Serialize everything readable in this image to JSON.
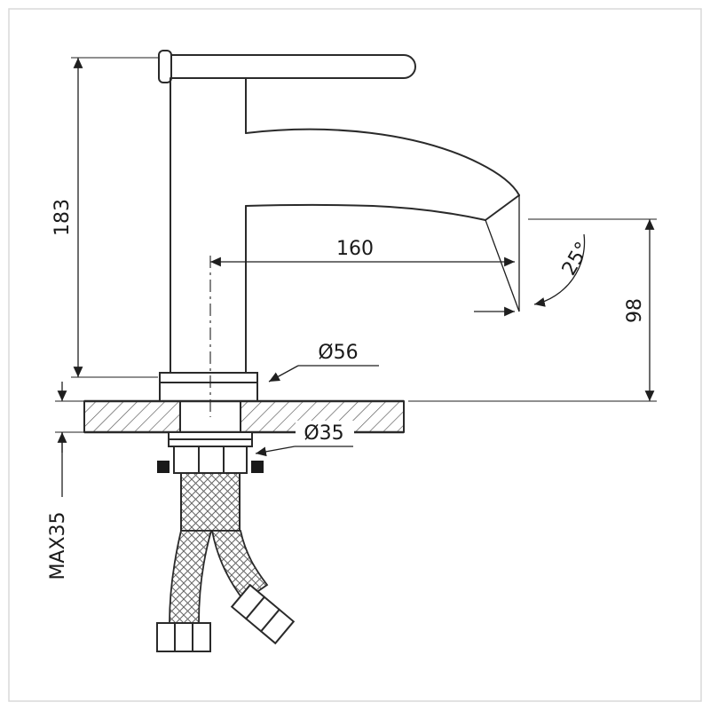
{
  "dims": {
    "height": "183",
    "reach": "160",
    "angle": "25°",
    "outlet_height": "98",
    "base_diameter": "Ø56",
    "hole_diameter": "Ø35",
    "max_deck_thickness": "MAX35"
  },
  "colors": {
    "line": "#2a2a2a",
    "background": "#ffffff",
    "hatch": "#555555"
  }
}
